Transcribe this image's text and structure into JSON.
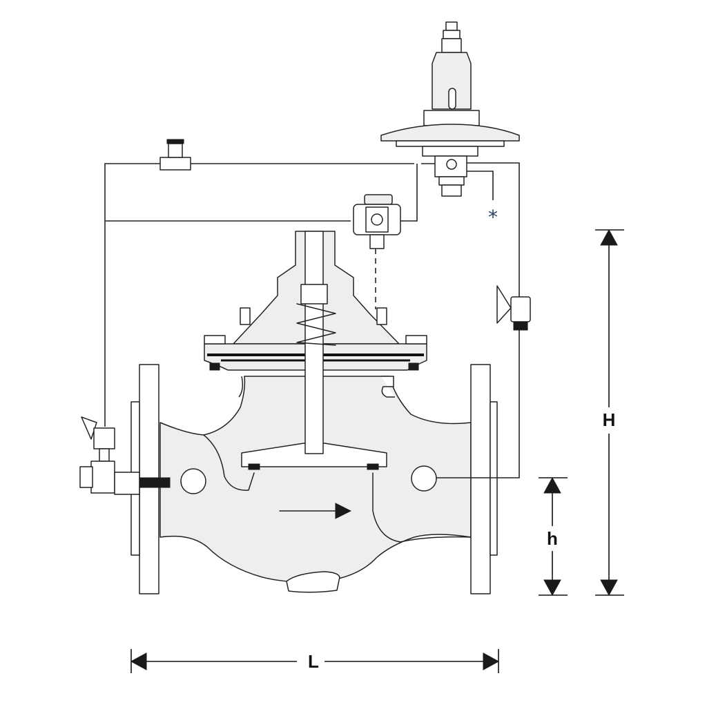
{
  "labels": {
    "length": "L",
    "height_total": "H",
    "height_axis": "h",
    "note_mark": "*"
  },
  "colors": {
    "line": "#222222",
    "casting_fill": "#eeeeee",
    "dark_parts": "#1a1a1a",
    "note_mark": "#2a3f66"
  }
}
